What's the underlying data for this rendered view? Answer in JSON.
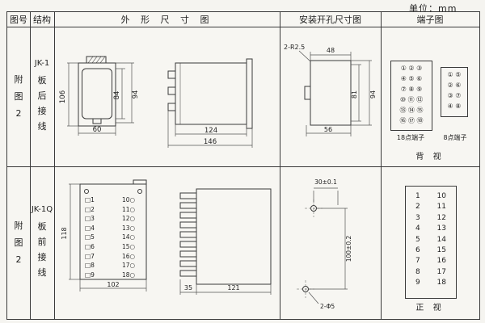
{
  "page": {
    "unit": "单位：mm"
  },
  "headers": {
    "fig": "图号",
    "struct": "结构",
    "outline": "外 形 尺 寸 图",
    "mounting": "安装开孔尺寸图",
    "terminal": "端子图"
  },
  "row1": {
    "fig": "附\n图\n2",
    "model": "JK-1",
    "wiring": "板\n后\n接\n线",
    "dims": {
      "h106": "106",
      "h84": "84",
      "h94": "94",
      "w60": "60",
      "w124": "124",
      "w146": "146",
      "radius": "2-R2.5",
      "w48": "48",
      "h81": "81",
      "h94b": "94",
      "w56": "56"
    },
    "term18": "① ② ③\n④ ⑤ ⑥\n⑦ ⑧ ⑨\n⑩ ⑪ ⑫\n⑬ ⑭ ⑮\n⑯ ⑰ ⑱",
    "term18_label": "18点端子",
    "term8": "① ⑤\n② ⑥\n③ ⑦\n④ ⑧",
    "term8_label": "8点端子",
    "view": "背 视"
  },
  "row2": {
    "fig": "附\n图\n2",
    "model": "JK-1Q",
    "wiring": "板\n前\n接\n线",
    "dims": {
      "h118": "118",
      "w102": "102",
      "w35": "35",
      "w121": "121",
      "w30": "30±0.1",
      "h100": "100±0.2",
      "holes": "2-Φ5"
    },
    "front_left": "□1\n□2\n□3\n□4\n□5\n□6\n□7\n□8\n□9",
    "front_right": "10○\n11○\n12○\n13○\n14○\n15○\n16○\n17○\n18○",
    "term_left": "1\n2\n3\n4\n5\n6\n7\n8\n9",
    "term_right": "10\n11\n12\n13\n14\n15\n16\n17\n18",
    "view": "正 视"
  }
}
